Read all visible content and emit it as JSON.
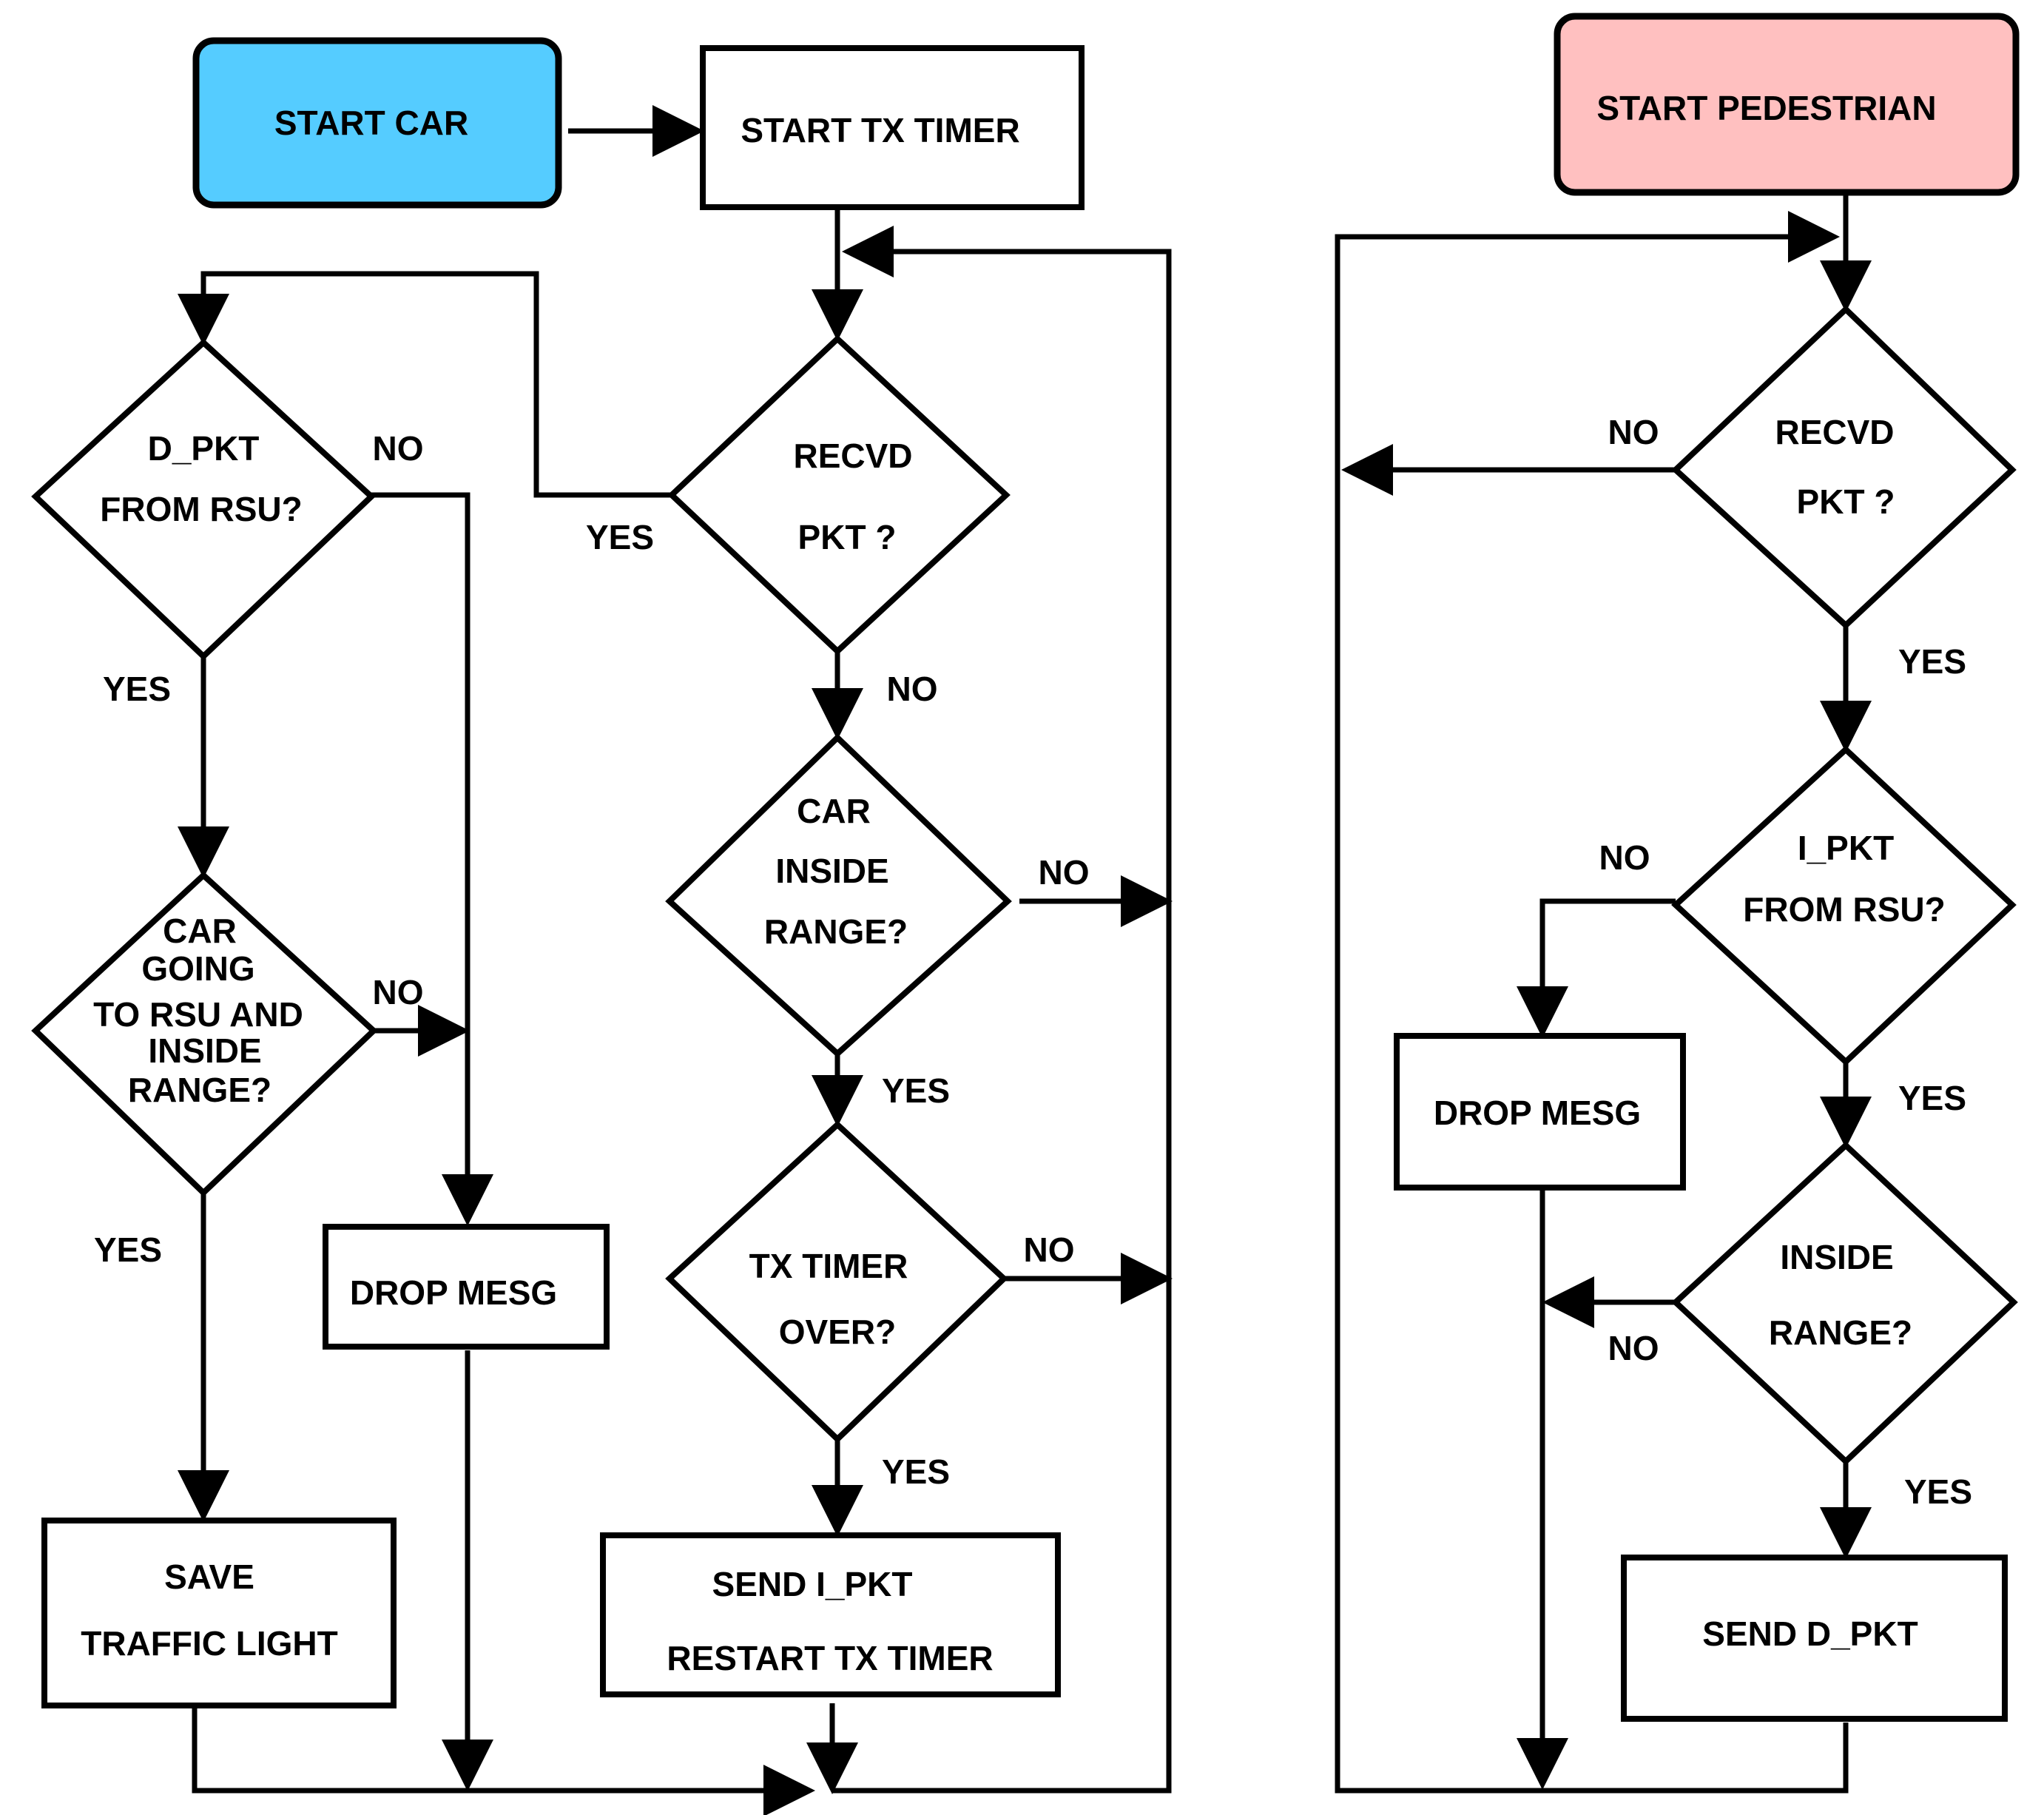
{
  "colors": {
    "start_car_fill": "#55ccff",
    "start_pedestrian_fill": "#ffc0c0",
    "stroke": "#000000",
    "background": "#ffffff"
  },
  "car": {
    "start": "START CAR",
    "start_tx_timer": "START TX TIMER",
    "recvd_pkt": [
      "RECVD",
      "PKT ?"
    ],
    "d_pkt_from_rsu": [
      "D_PKT",
      "FROM RSU?"
    ],
    "car_going": [
      "CAR",
      "GOING",
      "TO RSU AND",
      "INSIDE",
      "RANGE?"
    ],
    "car_inside_range": [
      "CAR",
      "INSIDE",
      "RANGE?"
    ],
    "tx_timer_over": [
      "TX TIMER",
      "OVER?"
    ],
    "drop_mesg": "DROP MESG",
    "save_traffic_light": [
      "SAVE",
      "TRAFFIC LIGHT"
    ],
    "send_i_pkt": [
      "SEND I_PKT",
      "RESTART TX TIMER"
    ]
  },
  "pedestrian": {
    "start": "START PEDESTRIAN",
    "recvd_pkt": [
      "RECVD",
      "PKT ?"
    ],
    "i_pkt_from_rsu": [
      "I_PKT",
      "FROM RSU?"
    ],
    "inside_range": [
      "INSIDE",
      "RANGE?"
    ],
    "drop_mesg": "DROP MESG",
    "send_d_pkt": "SEND D_PKT"
  },
  "labels": {
    "yes": "YES",
    "no": "NO"
  }
}
